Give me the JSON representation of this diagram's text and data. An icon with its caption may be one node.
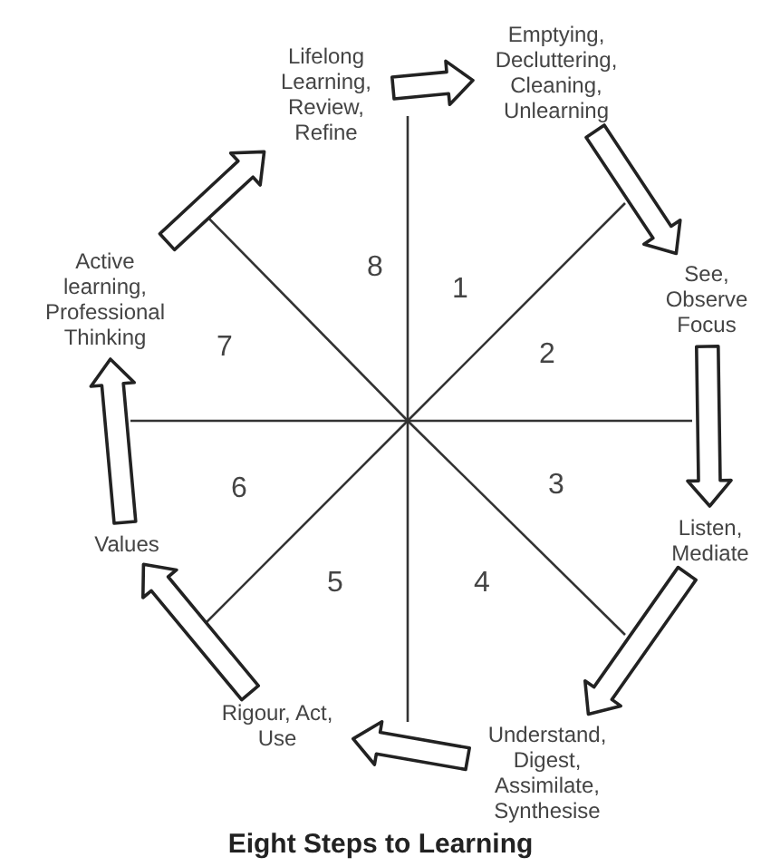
{
  "diagram": {
    "title": "Eight Steps to Learning",
    "nodes": [
      {
        "text": [
          "Emptying, Decluttering, Cleaning, Unlearning"
        ]
      },
      {
        "text": [
          "See, Observe Focus"
        ]
      },
      {
        "text": [
          "Listen, Mediate"
        ]
      },
      {
        "text": [
          "Understand, Digest, Assimilate, Synthesise"
        ]
      },
      {
        "text": [
          "Rigour, Act, Use"
        ]
      },
      {
        "text": [
          "Values"
        ]
      },
      {
        "text": [
          "Active learning, Professional Thinking"
        ]
      },
      {
        "text": [
          "Lifelong Learning, Review, Refine"
        ]
      }
    ],
    "edges": [
      {
        "from": 7,
        "to": 0,
        "arrow": "to"
      },
      {
        "from": 0,
        "to": 1,
        "arrow": "to"
      },
      {
        "from": 1,
        "to": 2,
        "arrow": "to"
      },
      {
        "from": 2,
        "to": 3,
        "arrow": "to"
      },
      {
        "from": 3,
        "to": 4,
        "arrow": "to"
      },
      {
        "from": 4,
        "to": 5,
        "arrow": "to"
      },
      {
        "from": 5,
        "to": 6,
        "arrow": "to"
      },
      {
        "from": 6,
        "to": 7,
        "arrow": "to"
      }
    ],
    "labels": [
      "8",
      "1",
      "7",
      "2",
      "6",
      "3",
      "5",
      "4"
    ]
  }
}
